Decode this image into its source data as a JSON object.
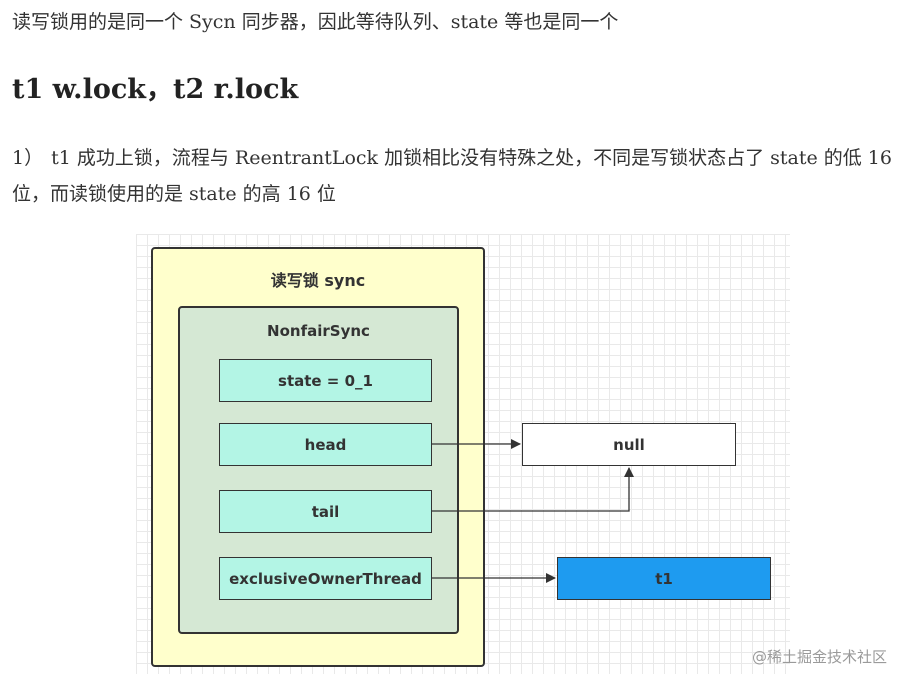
{
  "intro": "读写锁用的是同一个 Sycn 同步器，因此等待队列、state 等也是同一个",
  "heading": "t1 w.lock，t2 r.lock",
  "paragraph": {
    "number": "1）",
    "text": "t1 成功上锁，流程与 ReentrantLock 加锁相比没有特殊之处，不同是写锁状态占了 state 的低 16 位，而读锁使用的是 state 的高 16 位"
  },
  "diagram": {
    "outer_title": "读写锁 sync",
    "inner_title": "NonfairSync",
    "fields": {
      "state": "state = 0_1",
      "head": "head",
      "tail": "tail",
      "owner": "exclusiveOwnerThread"
    },
    "null_label": "null",
    "t1_label": "t1"
  },
  "colors": {
    "outer_fill": "#ffffcc",
    "inner_fill": "#d5e8d4",
    "field_fill": "#b3f5e5",
    "t1_fill": "#1e9bf0"
  },
  "watermark": "@稀土掘金技术社区"
}
